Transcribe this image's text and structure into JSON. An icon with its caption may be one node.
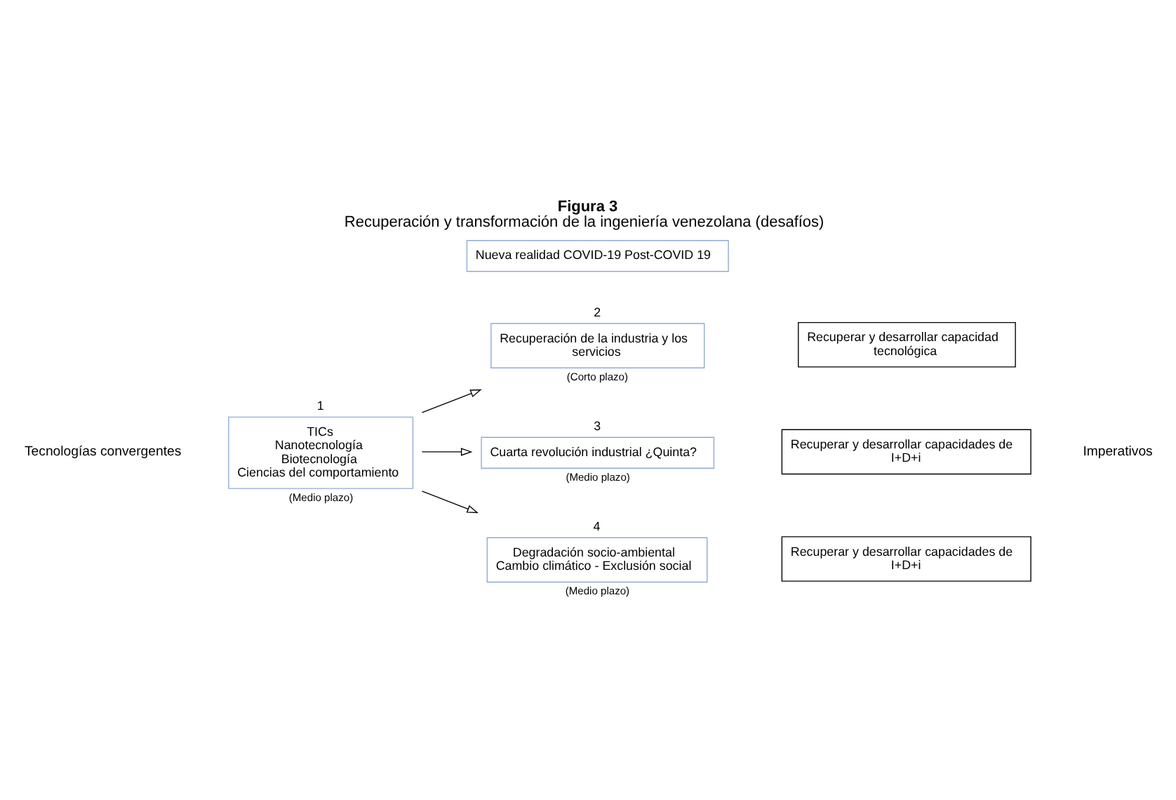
{
  "diagram": {
    "title": "Figura 3",
    "caption": "Recuperación y transformación de la ingeniería venezolana (desafíos)",
    "nodes": [
      {
        "text": [
          "Nueva realidad COVID-19 Post-COVID 19"
        ]
      },
      {
        "text": [
          "1",
          "TICs",
          "Nanotecnología",
          "Biotecnología",
          "Ciencias del comportamiento"
        ],
        "beside": [
          "(Medio plazo)"
        ]
      },
      {
        "text": [
          "2",
          "Recuperación de la industria y los servicios"
        ],
        "beside": [
          "(Corto plazo)"
        ]
      },
      {
        "text": [
          "3",
          "Cuarta revolución industrial ¿Quinta?"
        ],
        "beside": [
          "(Medio plazo)"
        ]
      },
      {
        "text": [
          "4",
          "Degradación socio-ambiental",
          "Cambio climático - Exclusión social"
        ],
        "beside": [
          "(Medio plazo)"
        ]
      },
      {
        "text": [
          "Recuperar y desarrollar capacidad tecnológica"
        ]
      },
      {
        "text": [
          "Recuperar y desarrollar capacidades de I+D+i"
        ]
      },
      {
        "text": [
          "Recuperar y desarrollar capacidades de I+D+i"
        ]
      }
    ],
    "edges": [
      {
        "from": 1,
        "to": 2,
        "arrow": "to"
      },
      {
        "from": 1,
        "to": 3,
        "arrow": "to"
      },
      {
        "from": 1,
        "to": 4,
        "arrow": "to"
      }
    ],
    "labels": [
      "Tecnologías convergentes",
      "Imperativos"
    ]
  }
}
